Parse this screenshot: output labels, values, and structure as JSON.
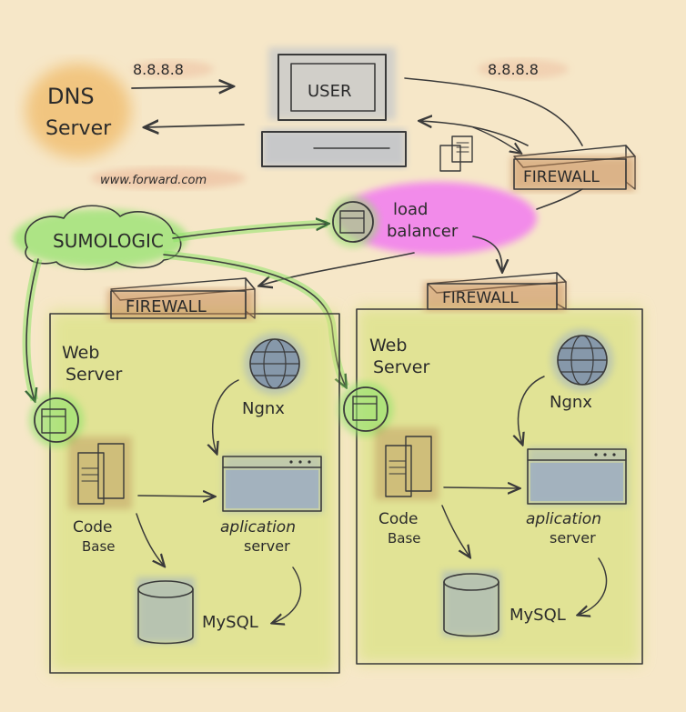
{
  "dns": {
    "line1": "DNS",
    "line2": "Server",
    "domain": "www.forward.com",
    "ip_request": "8.8.8.8"
  },
  "user": {
    "label": "USER",
    "ip": "8.8.8.8"
  },
  "firewalls": {
    "top": "FIREWALL",
    "left": "FIREWALL",
    "right": "FIREWALL"
  },
  "load_balancer": {
    "line1": "load",
    "line2": "balancer"
  },
  "sumologic": {
    "label": "SUMOLOGIC"
  },
  "web_servers": [
    {
      "title1": "Web",
      "title2": "Server",
      "nginx": "Ngnx",
      "code1": "Code",
      "code2": "Base",
      "app1": "aplication",
      "app2": "server",
      "db": "MySQL"
    },
    {
      "title1": "Web",
      "title2": "Server",
      "nginx": "Ngnx",
      "code1": "Code",
      "code2": "Base",
      "app1": "aplication",
      "app2": "server",
      "db": "MySQL"
    }
  ],
  "colors": {
    "background": "#f6e7c8",
    "green_zone": "#d7e27a",
    "sumologic_glow": "#8fe36a",
    "lb_magenta": "#f27bf0",
    "dns_orange": "#efb45a",
    "screen_blue": "#8fa4cc",
    "firewall_brown": "#b07a4a"
  }
}
